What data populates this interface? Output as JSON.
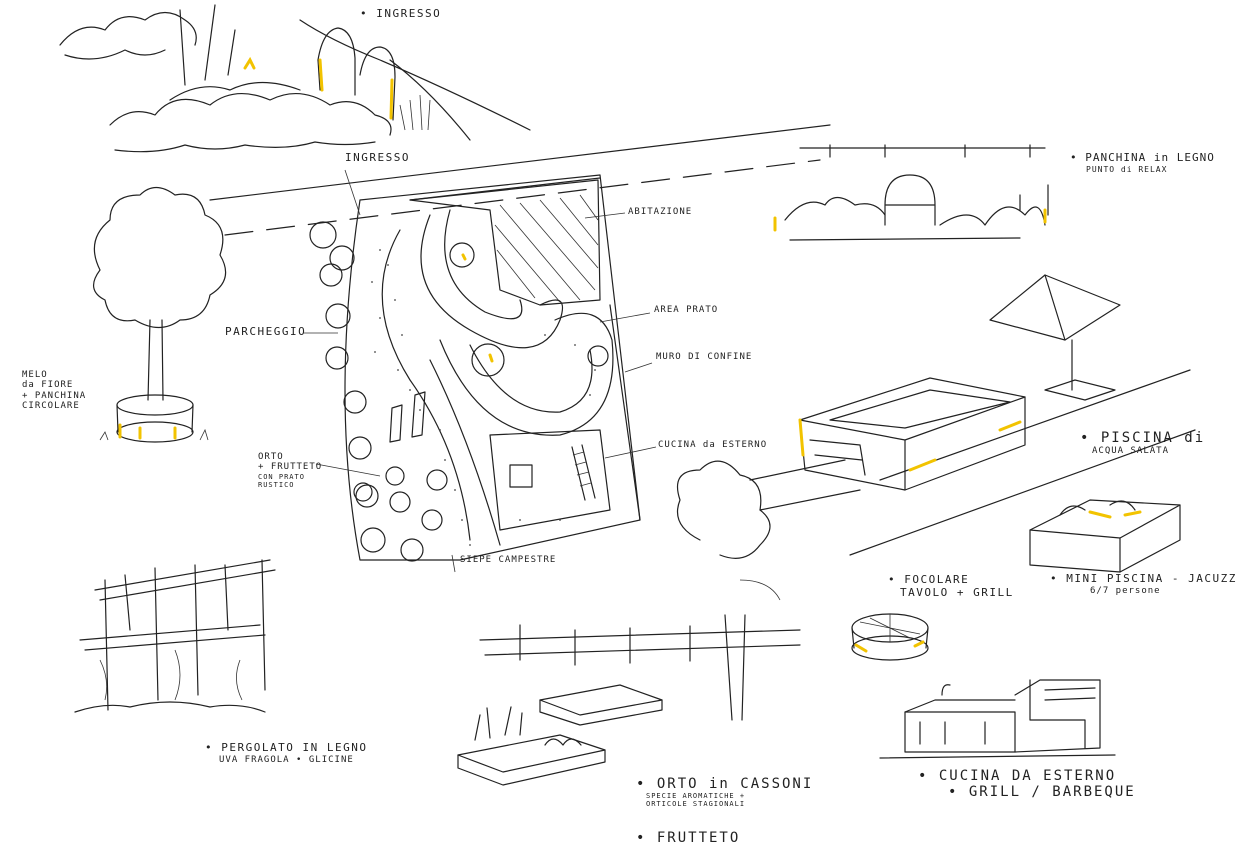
{
  "labels": {
    "ingresso_top": "• INGRESSO",
    "ingresso_plan": "INGRESSO",
    "abitazione": "ABITAZIONE",
    "area_prato": "AREA PRATO",
    "muro_confine": "MURO DI CONFINE",
    "cucina_plan": "CUCINA da ESTERNO",
    "siepe": "SIEPE CAMPESTRE",
    "parcheggio": "PARCHEGGIO",
    "orto_frutteto": [
      "ORTO",
      "+ FRUTTETO",
      "CON PRATO",
      "RUSTICO"
    ],
    "melo": [
      "MELO",
      "da FIORE",
      "+ PANCHINA",
      "CIRCOLARE"
    ],
    "panchina": [
      "• PANCHINA in LEGNO",
      "PUNTO di RELAX"
    ],
    "piscina": [
      "• PISCINA di",
      "ACQUA SALATA"
    ],
    "minipiscina": [
      "• MINI PISCINA - JACUZZI",
      "6/7 persone"
    ],
    "focolare": [
      "• FOCOLARE",
      "TAVOLO + GRILL"
    ],
    "pergolato": [
      "• PERGOLATO IN LEGNO",
      "UVA FRAGOLA • GLICINE"
    ],
    "orto_cassoni": [
      "• ORTO in CASSONI",
      "SPECIE AROMATICHE +",
      "ORTICOLE STAGIONALI"
    ],
    "frutteto": "• FRUTTETO",
    "cucina_esterno": [
      "• CUCINA DA ESTERNO",
      "• GRILL / BARBEQUE"
    ]
  },
  "colors": {
    "ink": "#222222",
    "highlight": "#f2c300"
  }
}
